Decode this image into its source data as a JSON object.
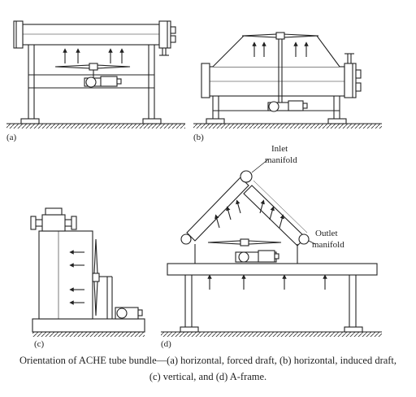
{
  "panels": {
    "a": {
      "label": "(a)"
    },
    "b": {
      "label": "(b)"
    },
    "c": {
      "label": "(c)"
    },
    "d": {
      "label": "(d)"
    }
  },
  "annotations": {
    "inlet_line1": "Inlet",
    "inlet_line2": "manifold",
    "outlet_line1": "Outlet",
    "outlet_line2": "manifold"
  },
  "caption": {
    "line1": "Orientation of ACHE tube bundle—(a) horizontal, forced draft, (b) horizontal, induced draft,",
    "line2": "(c) vertical, and (d) A-frame."
  }
}
